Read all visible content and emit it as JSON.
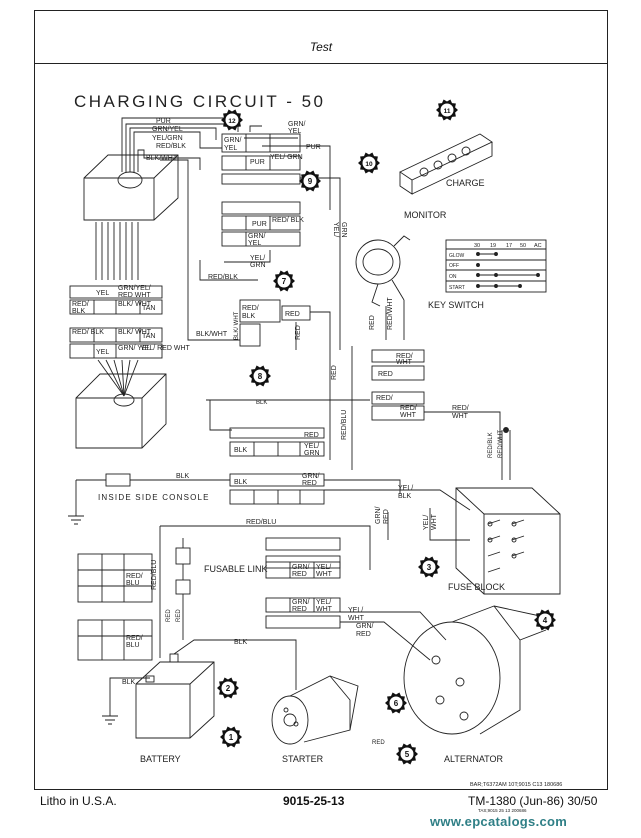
{
  "header": {
    "title": "Test"
  },
  "diagram": {
    "title": "CHARGING CIRCUIT - 50",
    "wires": {
      "pur": "PUR",
      "grn_yel": "GRN/YEL",
      "yel_grn": "YEL/GRN",
      "red_blk": "RED/BLK",
      "blk_wht": "BLK/WHT",
      "grn_yel_top_a": "GRN/",
      "grn_yel_top_b": "YEL",
      "yel_grn_side_a": "YEL/",
      "yel_grn_side_b": "GRN",
      "yel_grn_mid_a": "YEL/",
      "yel_grn_mid_b": "GRN",
      "red_blk_mid": "RED/BLK",
      "blk": "BLK",
      "red": "RED",
      "red_blu": "RED/BLU",
      "red_wht": "RED/WHT",
      "yel_blk_a": "YEL/",
      "yel_blk_b": "BLK",
      "grn_red_a": "GRN/",
      "grn_red_b": "RED",
      "yel_wht_a": "YEL/",
      "yel_wht_b": "WHT",
      "grn_red2_a": "GRN/",
      "grn_red2_b": "RED",
      "red_blk_fuse": "RED/BLK",
      "red_wht_fuse": "RED/WHT",
      "red_fusable": "RED",
      "red_alt": "RED",
      "blk_batt": "BLK"
    },
    "connectors": {
      "upper": [
        {
          "l1": "GRN/",
          "l2": "YEL"
        },
        {
          "l1": "PUR",
          "l2": "YEL/ GRN"
        },
        {
          "l1": "PUR",
          "l2": "RED/ BLK"
        },
        {
          "l1": "GRN/",
          "l2": "YEL"
        }
      ],
      "left_a": {
        "c1": "YEL",
        "c2": "GRN/YEL/",
        "c3": "RED WHT",
        "c4": "RED/",
        "c5": "BLK",
        "c6": "BLK/ WHT",
        "c7": "TAN"
      },
      "left_b": {
        "c1": "RED/ BLK",
        "c2": "BLK/ WHT",
        "c3": "TAN",
        "c4": "YEL",
        "c5": "GRN/ YEL",
        "c6": "YEL/ RED WHT"
      },
      "mid_red_blk": {
        "l1": "RED/",
        "l2": "BLK",
        "l3": "RED"
      },
      "blk_wht_v": "BLK/ WHT",
      "red_wht_conn": {
        "l1": "RED/",
        "l2": "WHT",
        "l3": "RED"
      },
      "red_wht2": {
        "l1": "RED/",
        "l2": "WHT"
      },
      "red_conn": "RED",
      "blk_yelgrn": {
        "l1": "BLK",
        "l2": "YEL/",
        "l3": "GRN"
      },
      "blk_grnred": {
        "l1": "BLK",
        "l2": "GRN/",
        "l3": "RED"
      },
      "grn_yel_wht": {
        "l1": "GRN/",
        "l2": "RED",
        "l3": "YEL/",
        "l4": "WHT"
      },
      "grn_yel_wht2": {
        "l1": "GRN/",
        "l2": "RED",
        "l3": "YEL/",
        "l4": "WHT"
      },
      "red_blu_a": {
        "l1": "RED/",
        "l2": "BLU"
      },
      "red_blu_b": {
        "l1": "RED/",
        "l2": "BLU"
      },
      "red_blu_v": "RED/BLU",
      "left_small": "RED/WHT",
      "red_blk_small": "RED/BLK"
    },
    "labels": {
      "charge": "CHARGE",
      "monitor": "MONITOR",
      "key_switch": "KEY SWITCH",
      "inside_side_console": "INSIDE SIDE CONSOLE",
      "fusable_link": "FUSABLE LINK",
      "fuse_block": "FUSE BLOCK",
      "battery": "BATTERY",
      "starter": "STARTER",
      "alternator": "ALTERNATOR"
    },
    "callouts": [
      "1",
      "2",
      "3",
      "4",
      "5",
      "6",
      "7",
      "8",
      "9",
      "10",
      "11",
      "12"
    ],
    "key_table": {
      "columns": [
        "30",
        "19",
        "17",
        "50",
        "AC"
      ],
      "rows": [
        "GLOW",
        "OFF",
        "ON",
        "START"
      ]
    },
    "small_code": "BAR;T6372AM 10T;9015 C13 180686",
    "bottom_code": "TAS;9015 25 13 200686"
  },
  "footer": {
    "left": "Litho in U.S.A.",
    "center": "9015-25-13",
    "right": "TM-1380 (Jun-86) 30/50"
  },
  "watermark": "www.epcatalogs.com"
}
